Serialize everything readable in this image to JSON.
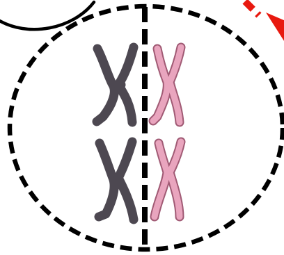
{
  "diagram": {
    "colors": {
      "background": "#ffffff",
      "outline": "#000000",
      "dashed_ellipse": "#000000",
      "split_line": "#000000",
      "red_arrow": "#e8190f",
      "dark_chromosome": "#4d4851",
      "dark_chromosome_edge": "#3a353e",
      "pink_chromosome": "#e9a5be",
      "pink_chromosome_edge": "#a05a74"
    },
    "chromosomes": [
      {
        "name": "dark-chromosome-top",
        "shade": "dark"
      },
      {
        "name": "pink-chromosome-top",
        "shade": "pink"
      },
      {
        "name": "dark-chromosome-bottom",
        "shade": "dark"
      },
      {
        "name": "pink-chromosome-bottom",
        "shade": "pink"
      }
    ]
  }
}
